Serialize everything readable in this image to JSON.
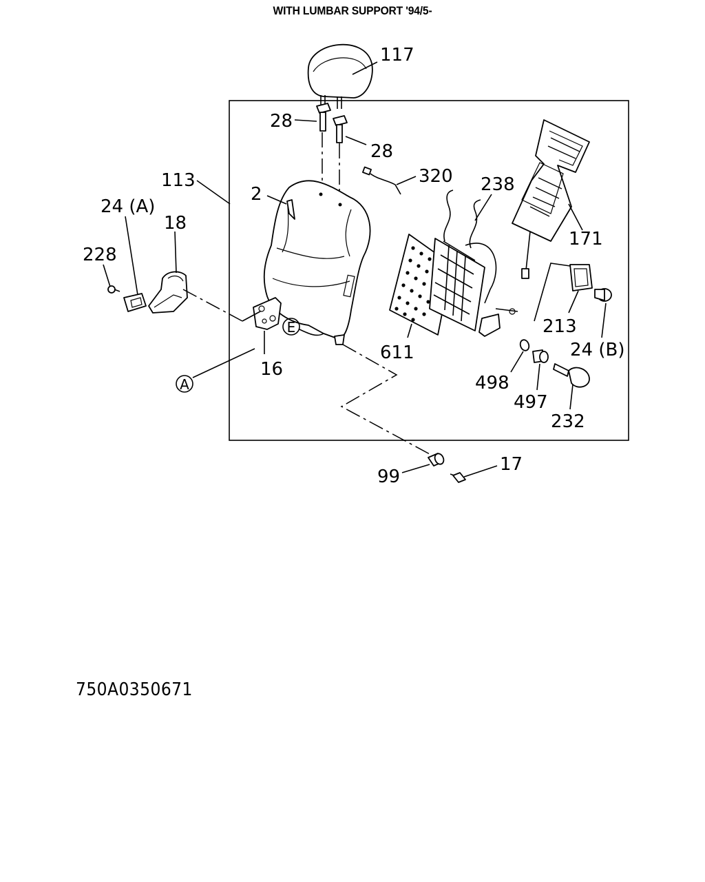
{
  "diagram": {
    "title": "WITH LUMBAR SUPPORT  '94/5-",
    "code": "750A0350671",
    "part_labels": {
      "p117": "117",
      "p28a": "28",
      "p28b": "28",
      "p320": "320",
      "p238": "238",
      "p113": "113",
      "p2": "2",
      "p24a": "24 (A)",
      "p18": "18",
      "p228": "228",
      "p171": "171",
      "p213": "213",
      "p24b": "24 (B)",
      "p611": "611",
      "p16": "16",
      "p498": "498",
      "p497": "497",
      "p232": "232",
      "p99": "99",
      "p17": "17"
    },
    "ref_markers": {
      "a": "A",
      "e": "E"
    }
  }
}
